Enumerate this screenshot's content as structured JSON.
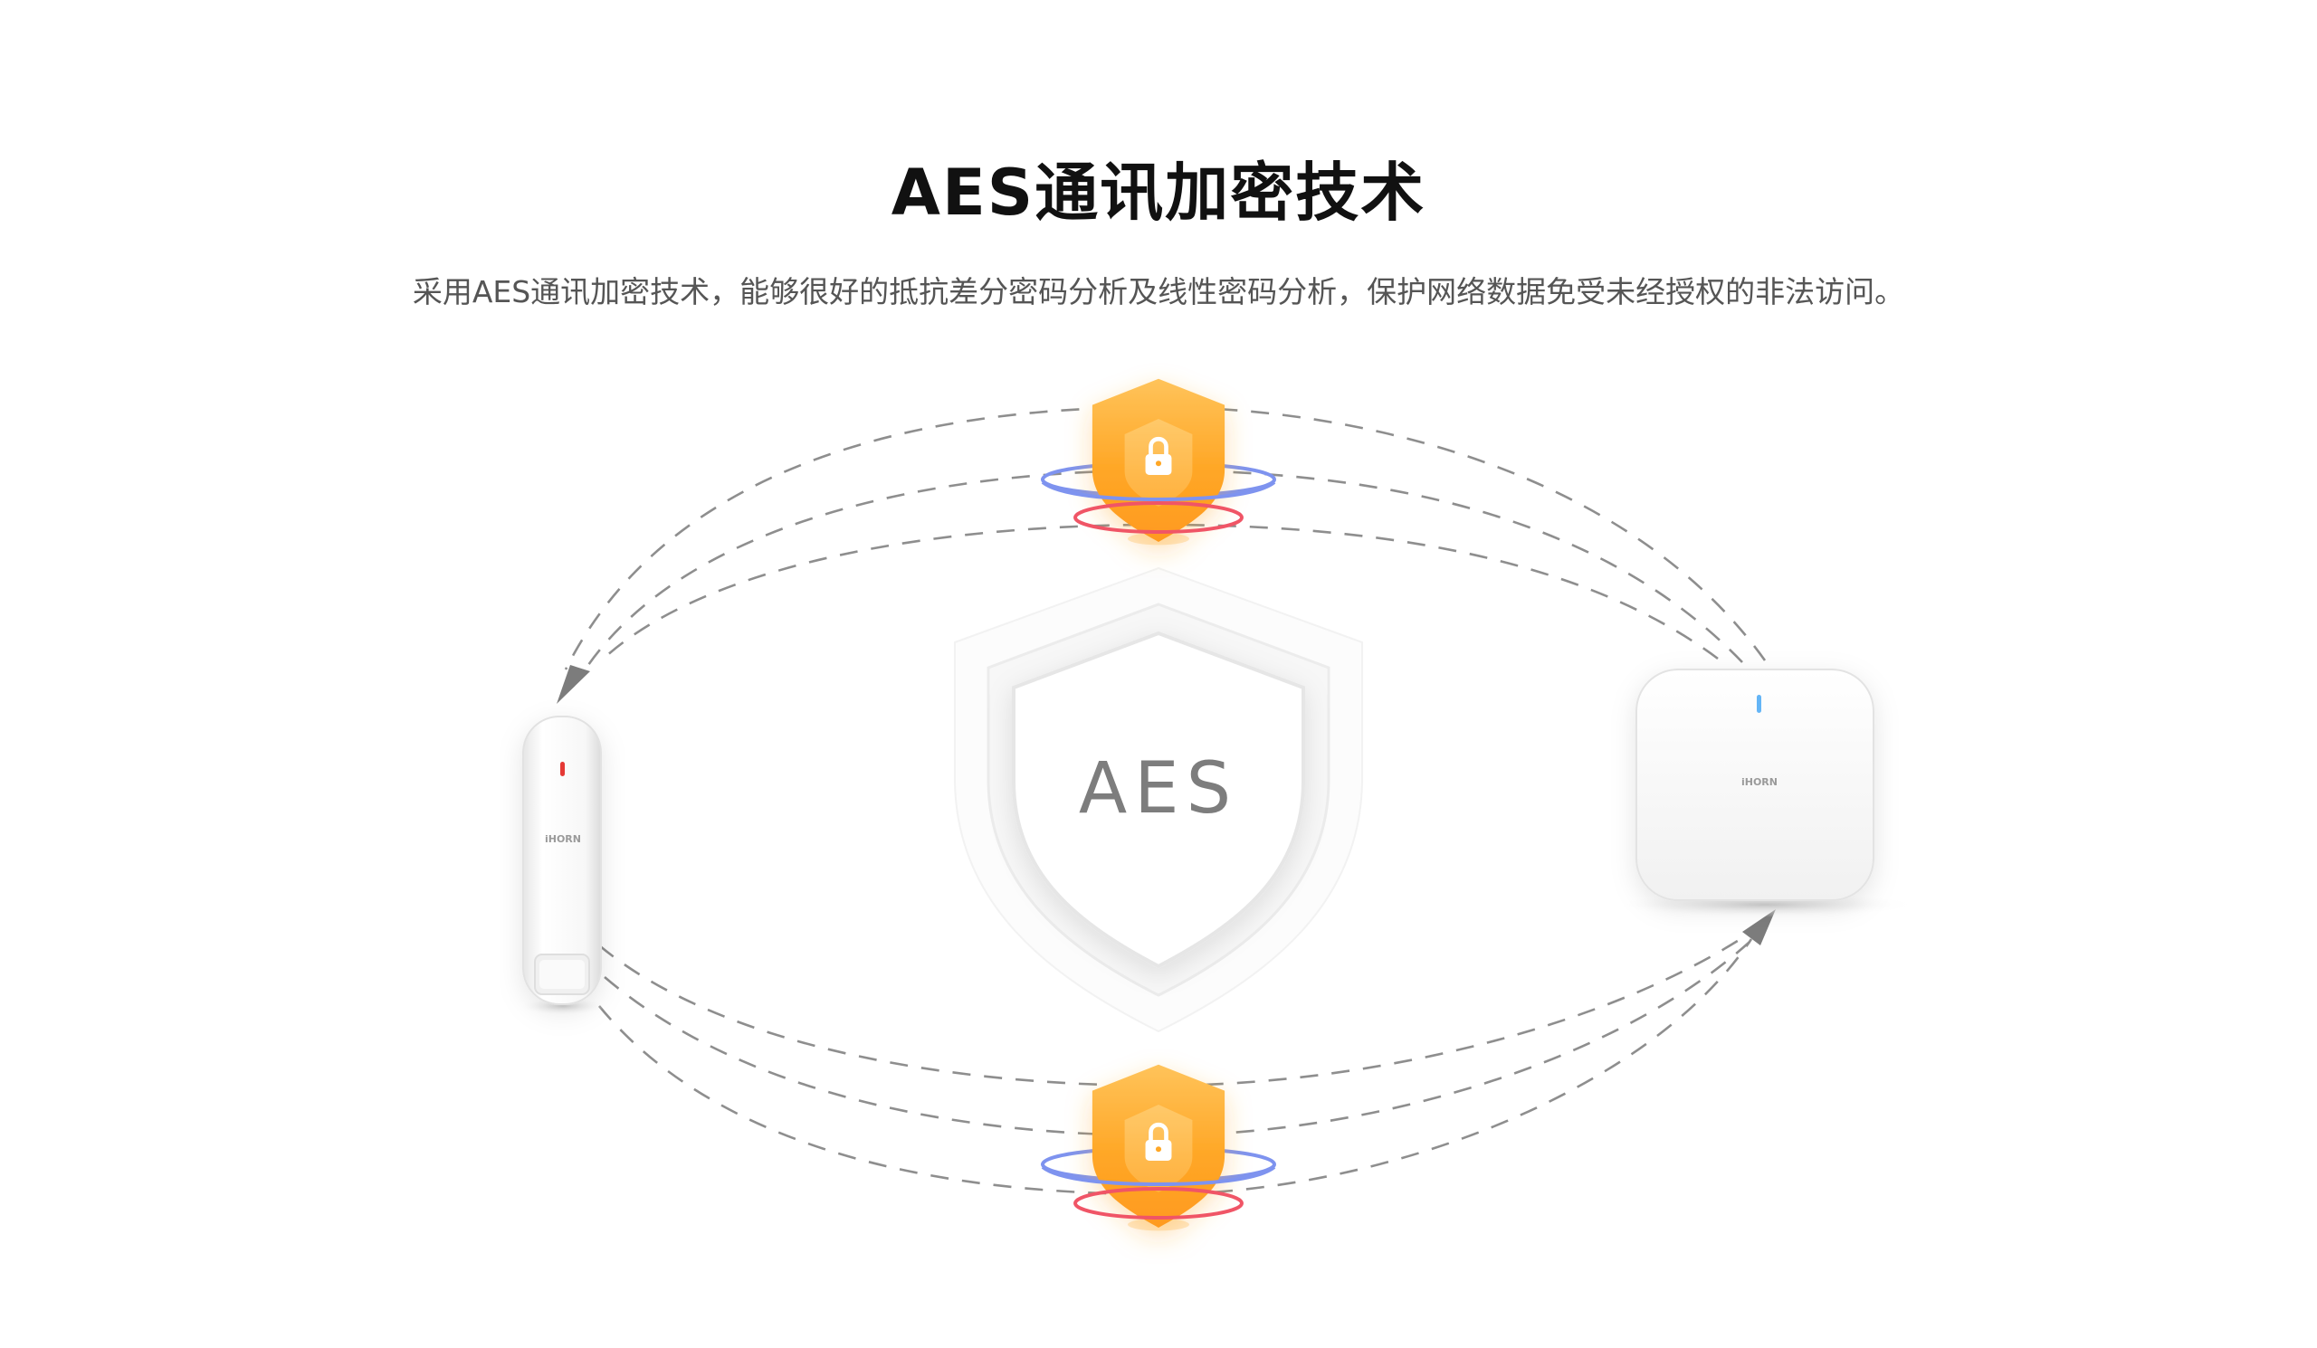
{
  "header": {
    "title": "AES通讯加密技术",
    "description": "采用AES通讯加密技术，能够很好的抵抗差分密码分析及线性密码分析，保护网络数据免受未经授权的非法访问。"
  },
  "center": {
    "label": "AES"
  },
  "devices": {
    "sensor_brand": "iHORN",
    "gateway_brand": "iHORN"
  },
  "colors": {
    "accent_orange": "#FFA726",
    "ring_blue": "#7E93EF",
    "ring_red": "#F05566",
    "indicator_red": "#E53935",
    "indicator_blue": "#64B5F6"
  },
  "icons": {
    "top_shield": "lock-shield-icon",
    "bottom_shield": "lock-shield-icon",
    "center": "shield-icon"
  }
}
